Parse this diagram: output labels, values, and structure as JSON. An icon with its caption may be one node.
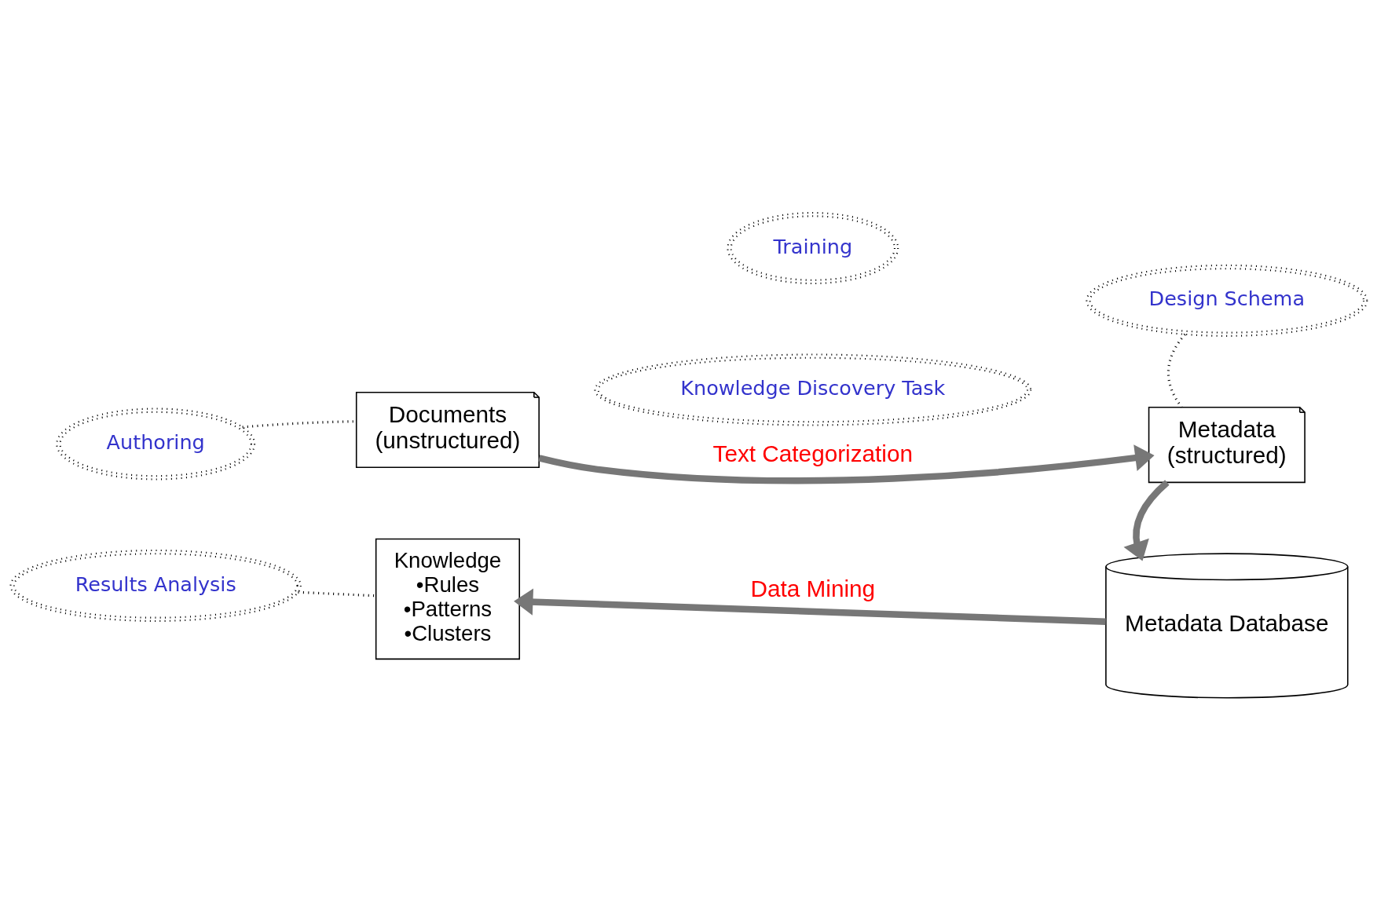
{
  "diagram": {
    "nodes": [
      {
        "text": [
          "Authoring"
        ]
      },
      {
        "text": [
          "Training"
        ]
      },
      {
        "text": [
          "Design Schema"
        ]
      },
      {
        "text": [
          "Documents",
          "(unstructured)"
        ]
      },
      {
        "text": [
          "Metadata",
          "(structured)"
        ]
      },
      {
        "text": [
          "Knowledge",
          "•Rules",
          "•Patterns",
          "•Clusters"
        ]
      },
      {
        "text": [
          "Metadata Database"
        ]
      },
      {
        "text": [
          "Results Analysis"
        ]
      },
      {
        "text": [
          "Knowledge Discovery Task"
        ]
      }
    ],
    "edges": [
      {
        "from": 0,
        "to": 3,
        "arrow": "none",
        "style": "dashed"
      },
      {
        "from": 2,
        "to": 4,
        "arrow": "none",
        "style": "dashed"
      },
      {
        "from": 3,
        "to": 4,
        "arrow": "to",
        "label": "Text Categorization",
        "style": "thick",
        "color": "#777777"
      },
      {
        "from": 4,
        "to": 6,
        "arrow": "to",
        "style": "thick",
        "color": "#777777"
      },
      {
        "from": 6,
        "to": 5,
        "arrow": "to",
        "label": "Data Mining",
        "style": "thick",
        "color": "#777777"
      },
      {
        "from": 7,
        "to": 5,
        "arrow": "none",
        "style": "dashed"
      }
    ]
  }
}
